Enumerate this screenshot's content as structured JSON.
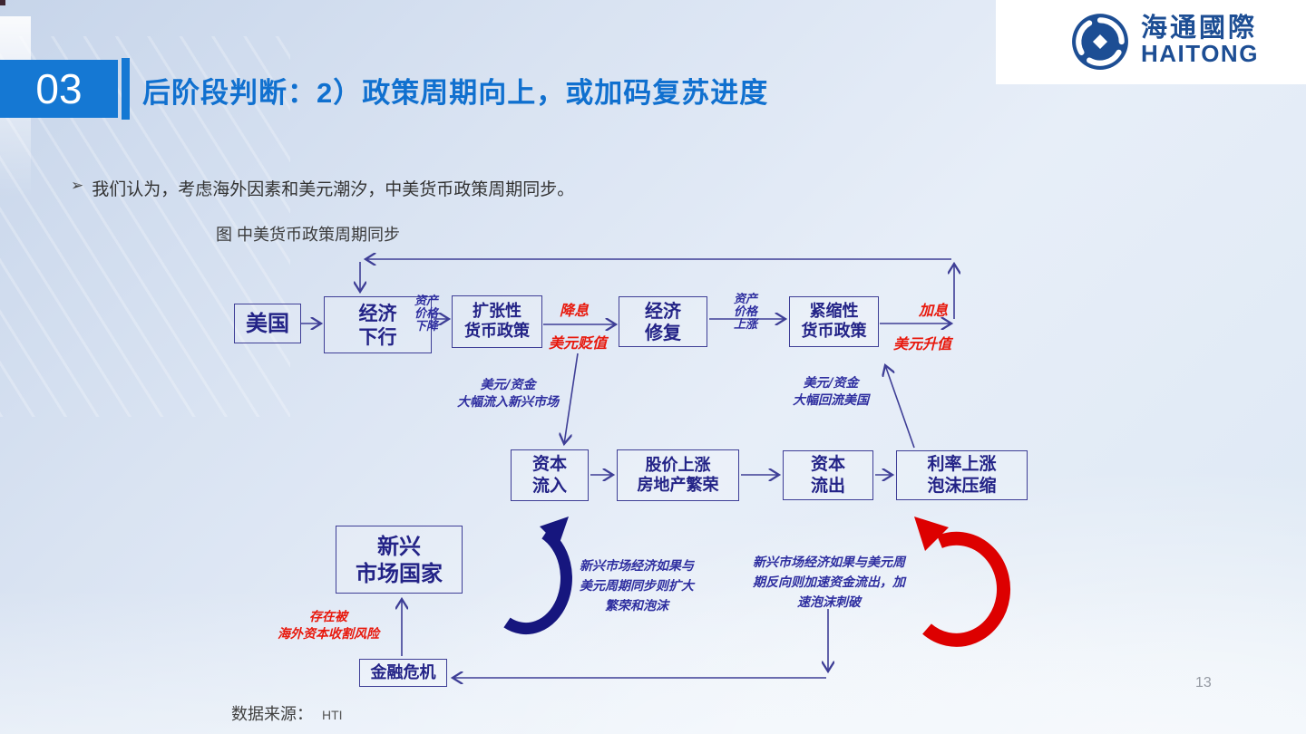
{
  "slide": {
    "section_number": "03",
    "title": "后阶段判断：2）政策周期向上，或加码复苏进度",
    "bullet_marker": "➢",
    "bullet": "我们认为，考虑海外因素和美元潮汐，中美货币政策周期同步。",
    "figure_caption": "图 中美货币政策周期同步",
    "source_label": "数据来源：",
    "source_value": "HTI",
    "page_number": "13"
  },
  "logo": {
    "name_cn": "海通國際",
    "name_en": "HAITONG"
  },
  "diagram": {
    "boxes": {
      "usa": {
        "lines": [
          "美国"
        ]
      },
      "econ_down": {
        "lines": [
          "经济",
          "下行"
        ]
      },
      "expansionary": {
        "lines": [
          "扩张性",
          "货币政策"
        ]
      },
      "econ_repair": {
        "lines": [
          "经济",
          "修复"
        ]
      },
      "contractionary": {
        "lines": [
          "紧缩性",
          "货币政策"
        ]
      },
      "capital_in": {
        "lines": [
          "资本",
          "流入"
        ]
      },
      "stock_boom": {
        "lines": [
          "股价上涨",
          "房地产繁荣"
        ]
      },
      "capital_out": {
        "lines": [
          "资本",
          "流出"
        ]
      },
      "rate_up": {
        "lines": [
          "利率上涨",
          "泡沫压缩"
        ]
      },
      "emerging": {
        "lines": [
          "新兴",
          "市场国家"
        ]
      },
      "crisis": {
        "lines": [
          "金融危机"
        ]
      }
    },
    "labels": {
      "asset_price_down": {
        "lines": [
          "资产",
          "价格",
          "下降"
        ]
      },
      "rate_cut": "降息",
      "usd_depreciation": "美元贬值",
      "asset_price_up": {
        "lines": [
          "资产",
          "价格",
          "上涨"
        ]
      },
      "rate_hike": "加息",
      "usd_appreciation": "美元升值",
      "capital_inflow": {
        "lines": [
          "美元/资金",
          "大幅流入新兴市场"
        ]
      },
      "capital_return": {
        "lines": [
          "美元/资金",
          "大幅回流美国"
        ]
      },
      "sync_note": {
        "lines": [
          "新兴市场经济如果与",
          "美元周期同步则扩大",
          "繁荣和泡沫"
        ]
      },
      "reverse_note": {
        "lines": [
          "新兴市场经济如果与美元周",
          "期反向则加速资金流出，加",
          "速泡沫刺破"
        ]
      },
      "harvest_risk": {
        "lines": [
          "存在被",
          "海外资本收割风险"
        ]
      }
    }
  },
  "colors": {
    "title_blue": "#1070cf",
    "section_box_blue": "#1578d3",
    "diagram_line": "#3e3e96",
    "diagram_text": "#232387",
    "red_accent": "#e8180c",
    "logo_blue": "#1d4e94",
    "curved_arrow_blue": "#16167e",
    "curved_arrow_red": "#dd0000"
  }
}
